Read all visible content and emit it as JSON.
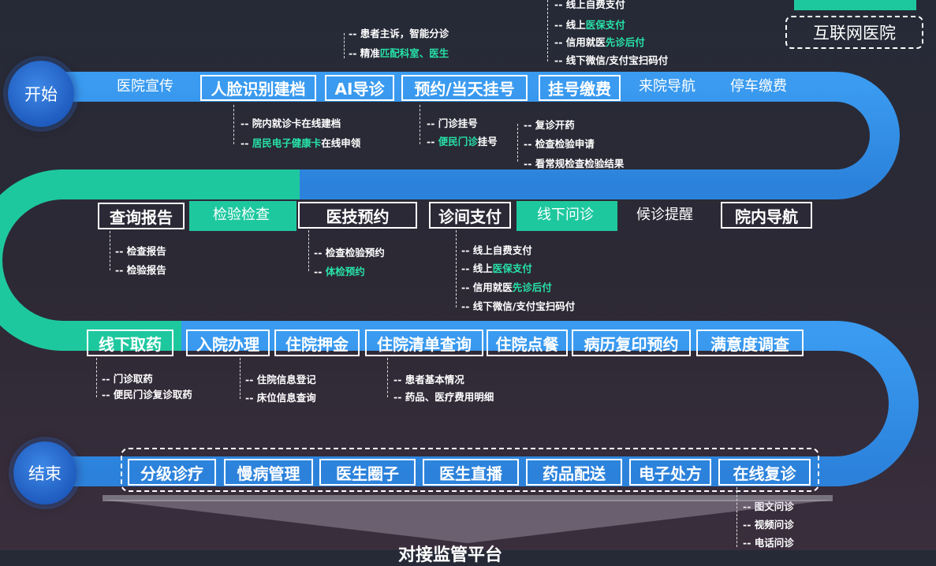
{
  "brand": {
    "platform": "互联网医院"
  },
  "nodes": {
    "start": "开始",
    "end": "结束"
  },
  "row1": [
    "医院宣传",
    "人脸识别建档",
    "AI导诊",
    "预约/当天挂号",
    "挂号缴费",
    "来院导航",
    "停车缴费"
  ],
  "row2": [
    "查询报告",
    "检验检查",
    "医技预约",
    "诊间支付",
    "线下问诊",
    "候诊提醒",
    "院内导航"
  ],
  "row3": [
    "线下取药",
    "入院办理",
    "住院押金",
    "住院清单查询",
    "住院点餐",
    "病历复印预约",
    "满意度调查"
  ],
  "row4": [
    "分级诊疗",
    "慢病管理",
    "医生圈子",
    "医生直播",
    "药品配送",
    "电子处方",
    "在线复诊"
  ],
  "notes": {
    "pay_top": [
      [
        "线上自费支付"
      ],
      [
        "线上",
        "医保支付"
      ],
      [
        "信用就医",
        "先诊后付"
      ],
      [
        "线下微信/支付宝扫码付"
      ]
    ],
    "ai": [
      [
        "患者主诉，智能分诊"
      ],
      [
        "精准",
        "匹配科室、医生"
      ]
    ],
    "face": [
      [
        "院内就诊卡在线建档"
      ],
      [
        "",
        "居民电子健康卡",
        "在线申领"
      ]
    ],
    "reg": [
      [
        "门诊挂号"
      ],
      [
        "",
        "便民门诊",
        "挂号"
      ]
    ],
    "rereg": [
      [
        "复诊开药"
      ],
      [
        "检查检验申请"
      ],
      [
        "看常规检查检验结果"
      ]
    ],
    "report": [
      [
        "检查报告"
      ],
      [
        "检验报告"
      ]
    ],
    "tech": [
      [
        "检查检验预约"
      ],
      [
        "",
        "体检预约"
      ]
    ],
    "pay_mid": [
      [
        "线上自费支付"
      ],
      [
        "线上",
        "医保支付"
      ],
      [
        "信用就医",
        "先诊后付"
      ],
      [
        "线下微信/支付宝扫码付"
      ]
    ],
    "drug": [
      [
        "门诊取药"
      ],
      [
        "便民门诊复诊取药"
      ]
    ],
    "admit": [
      [
        "住院信息登记"
      ],
      [
        "床位信息查询"
      ]
    ],
    "bill": [
      [
        "患者基本情况"
      ],
      [
        "药品、医疗费用明细"
      ]
    ],
    "online": [
      [
        "图文问诊"
      ],
      [
        "视频问诊"
      ],
      [
        "电话问诊"
      ]
    ]
  },
  "footer": "对接监管平台",
  "colors": {
    "blue": "#2f8de2",
    "green": "#1ec89f",
    "navy": "#1f5cbf",
    "highlight": "#27e1a8"
  }
}
